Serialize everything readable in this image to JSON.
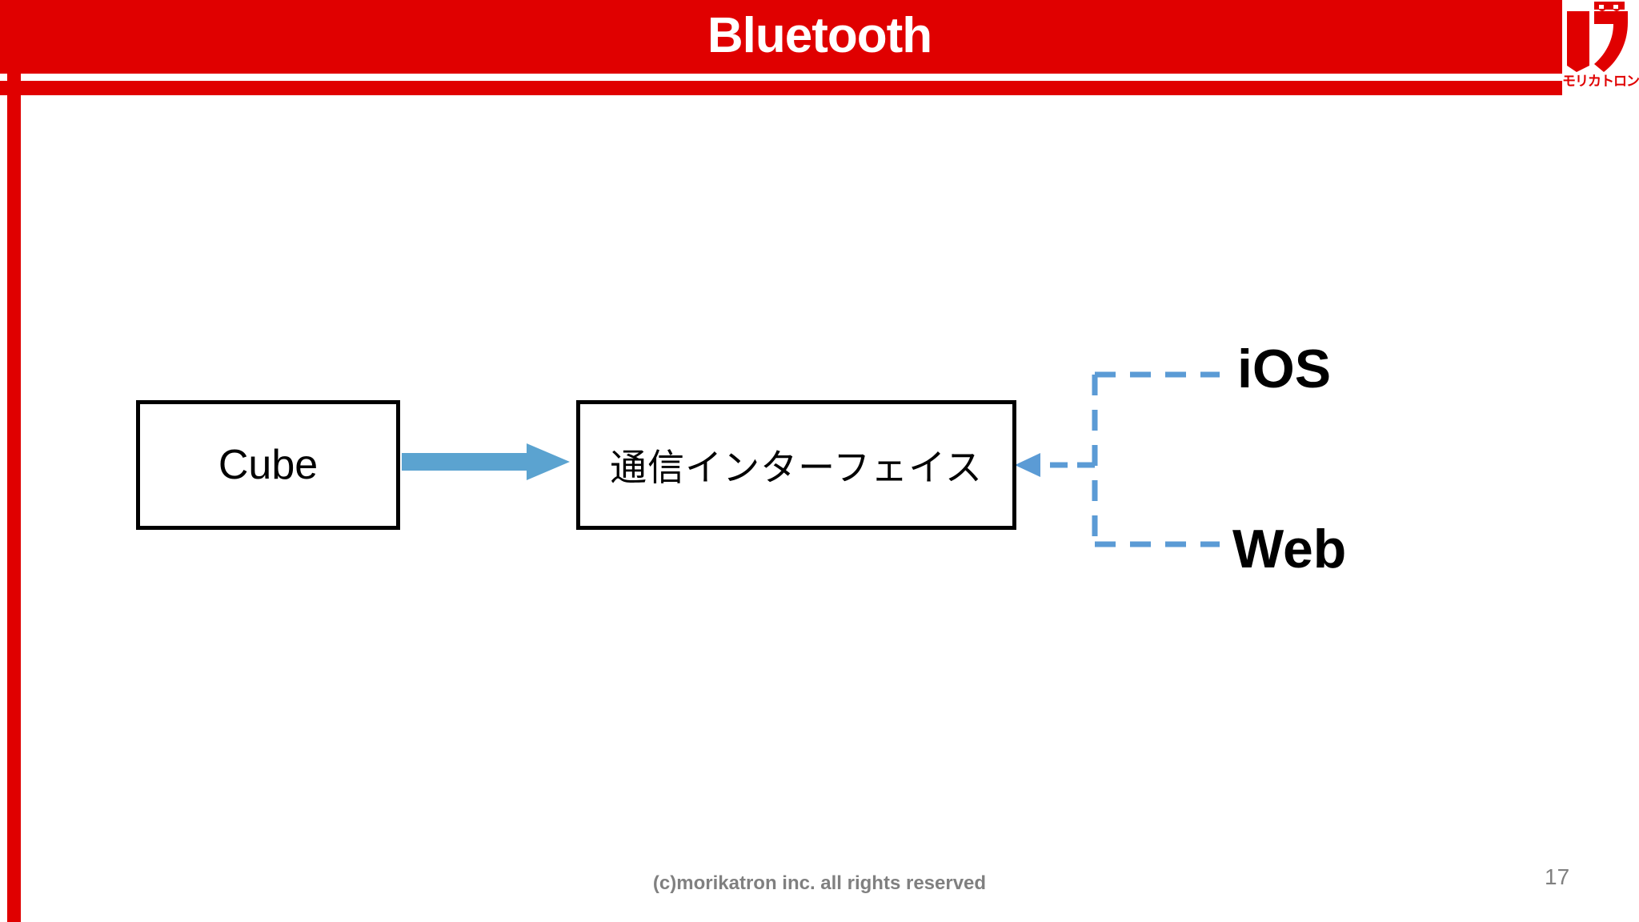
{
  "slide": {
    "title": "Bluetooth",
    "page_number": "17",
    "footer": "(c)morikatron inc. all rights reserved",
    "accent_color": "#E00000",
    "arrow_color": "#5BA3D0",
    "dash_color": "#5B9BD5",
    "text_color": "#000000",
    "footer_color": "#808080"
  },
  "logo": {
    "mark_name": "morikatron-ka-glyph",
    "wordmark": "モリカトロン",
    "color": "#E00000"
  },
  "diagram": {
    "nodes": [
      {
        "id": "cube",
        "label": "Cube"
      },
      {
        "id": "interface",
        "label": "通信インターフェイス"
      }
    ],
    "endpoints": [
      {
        "id": "ios",
        "label": "iOS"
      },
      {
        "id": "web",
        "label": "Web"
      }
    ],
    "connectors": [
      {
        "id": "cube-to-interface",
        "style": "solid-block-arrow",
        "direction": "right"
      },
      {
        "id": "clients-to-interface",
        "style": "dashed-arrow",
        "direction": "left"
      },
      {
        "id": "client-bracket",
        "style": "dashed-bracket"
      }
    ]
  }
}
